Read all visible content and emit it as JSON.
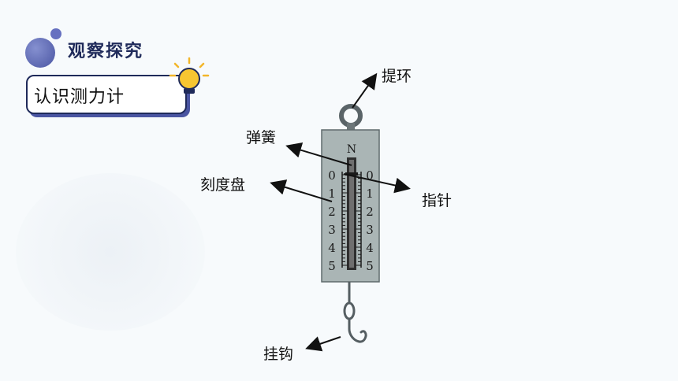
{
  "section_title": "观察探究",
  "topic": "认识测力计",
  "labels": {
    "ring": "提环",
    "spring": "弹簧",
    "dial": "刻度盘",
    "pointer": "指针",
    "hook": "挂钩"
  },
  "scale": {
    "unit": "N",
    "left_numbers": [
      "0",
      "1",
      "2",
      "3",
      "4",
      "5"
    ],
    "right_numbers": [
      "0",
      "1",
      "2",
      "3",
      "4",
      "5"
    ]
  },
  "icons": [
    "bulb-icon"
  ]
}
